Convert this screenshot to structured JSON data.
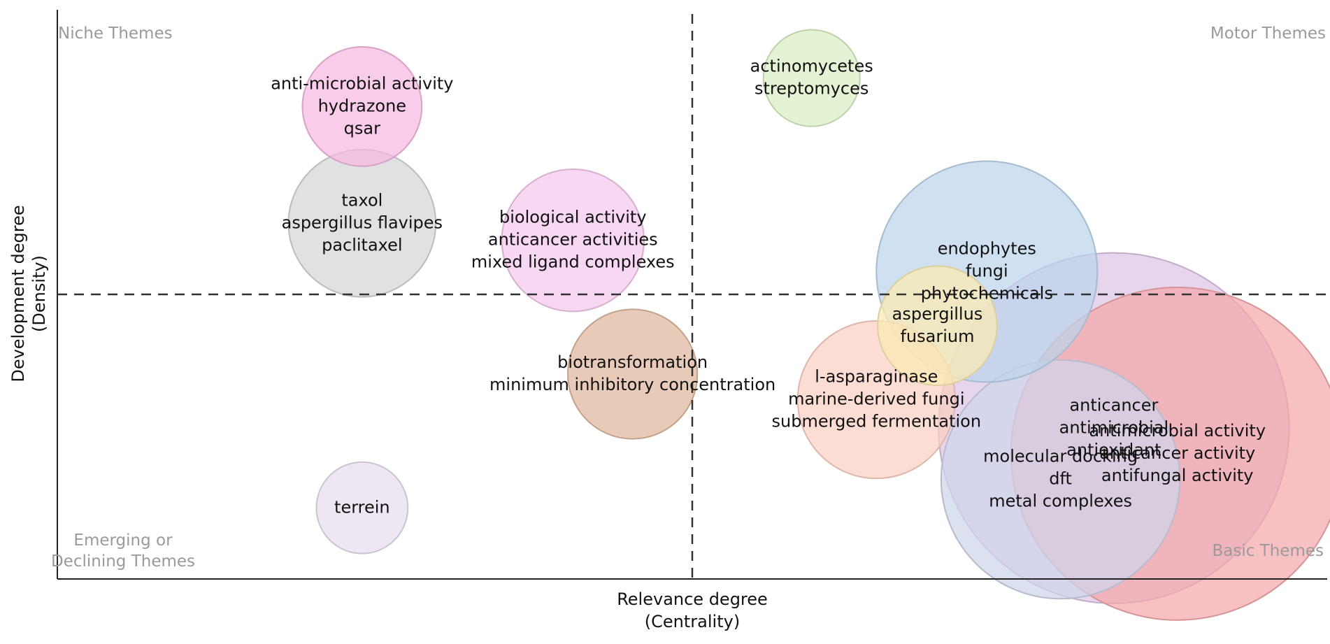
{
  "chart_data": {
    "type": "scatter",
    "subtype": "thematic-map-bubble",
    "xlabel": "Relevance degree\n(Centrality)",
    "ylabel": "Development degree\n(Density)",
    "xlim": [
      0,
      100
    ],
    "ylim": [
      0,
      100
    ],
    "divider": {
      "x": 50,
      "y": 50,
      "style": "dashed"
    },
    "grid": false,
    "legend": "none",
    "quadrants": [
      {
        "name": "top-left",
        "label": "Niche Themes"
      },
      {
        "name": "top-right",
        "label": "Motor Themes"
      },
      {
        "name": "bottom-left",
        "label": "Emerging or\nDeclining Themes"
      },
      {
        "name": "bottom-right",
        "label": "Basic Themes"
      }
    ],
    "series": [
      {
        "terms": [
          "anti-microbial activity",
          "hydrazone",
          "qsar"
        ],
        "x": 24,
        "y": 83,
        "size": 4.7,
        "color": "#f6b8e2"
      },
      {
        "terms": [
          "taxol",
          "aspergillus flavipes",
          "paclitaxel"
        ],
        "x": 24,
        "y": 62.5,
        "size": 5.8,
        "color": "#d6d6d6"
      },
      {
        "terms": [
          "biological activity",
          "anticancer activities",
          "mixed ligand complexes"
        ],
        "x": 40.6,
        "y": 59.5,
        "size": 5.6,
        "color": "#f4c8ec"
      },
      {
        "terms": [
          "actinomycetes",
          "streptomyces"
        ],
        "x": 59.4,
        "y": 88,
        "size": 3.8,
        "color": "#d8eec2"
      },
      {
        "terms": [
          "endophytes",
          "fungi",
          "phytochemicals"
        ],
        "x": 73.2,
        "y": 54,
        "size": 8.7,
        "color": "#bcd4ea"
      },
      {
        "terms": [
          "aspergillus",
          "fusarium"
        ],
        "x": 69.3,
        "y": 44.5,
        "size": 4.7,
        "color": "#fbeab2"
      },
      {
        "terms": [
          "biotransformation",
          "minimum inhibitory concentration"
        ],
        "x": 45.3,
        "y": 36,
        "size": 5.1,
        "color": "#deb79d"
      },
      {
        "terms": [
          "l-asparaginase",
          "marine-derived fungi",
          "submerged fermentation"
        ],
        "x": 64.5,
        "y": 31.5,
        "size": 6.2,
        "color": "#fbd0c2"
      },
      {
        "terms": [
          "anticancer",
          "antimicrobial",
          "antioxidant"
        ],
        "x": 83.2,
        "y": 26.5,
        "size": 13.8,
        "color": "#ddc5e4"
      },
      {
        "terms": [
          "antimicrobial activity",
          "anticancer activity",
          "antifungal activity"
        ],
        "x": 88.2,
        "y": 22,
        "size": 13.1,
        "color": "#f4a8aa"
      },
      {
        "terms": [
          "molecular docking",
          "dft",
          "metal complexes"
        ],
        "x": 79,
        "y": 17.5,
        "size": 9.4,
        "color": "#cfd6ea"
      },
      {
        "terms": [
          "terrein"
        ],
        "x": 24,
        "y": 12.5,
        "size": 3.6,
        "color": "#e8dded"
      }
    ]
  }
}
